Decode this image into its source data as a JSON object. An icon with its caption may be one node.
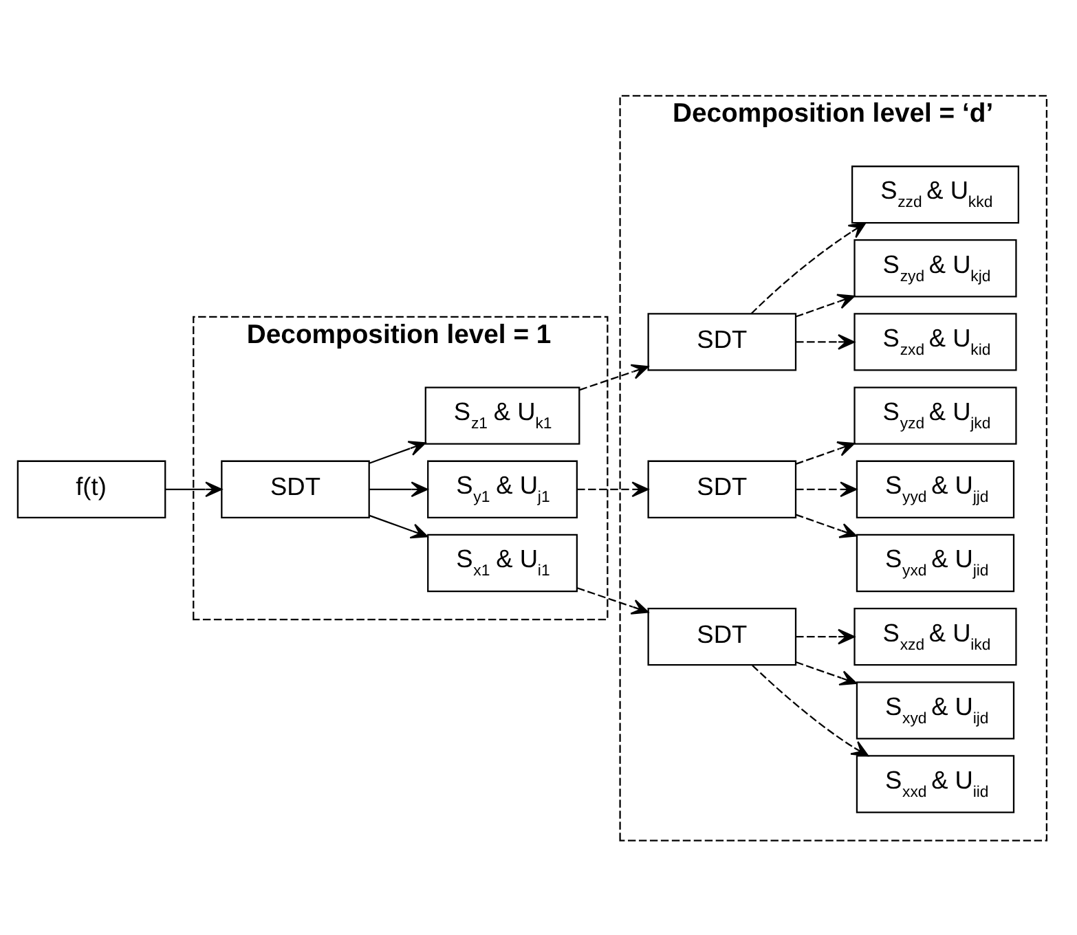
{
  "diagram": {
    "nodes": [
      {
        "text": [
          "Decomposition level = 1"
        ]
      },
      {
        "text": [
          "Decomposition level = ‘d’"
        ]
      },
      {
        "text": [
          "f(t)"
        ]
      },
      {
        "text": [
          "SDT"
        ],
        "in": 0
      },
      {
        "text": [
          "S$_{x1}$ & U$_{i1}$"
        ],
        "in": 0
      },
      {
        "text": [
          "S$_{y1}$ & U$_{j1}$"
        ],
        "in": 0
      },
      {
        "text": [
          "S$_{z1}$ & U$_{k1}$"
        ],
        "in": 0
      },
      {
        "text": [
          "SDT"
        ],
        "in": 1
      },
      {
        "text": [
          "SDT"
        ],
        "in": 1
      },
      {
        "text": [
          "SDT"
        ],
        "in": 1
      },
      {
        "text": [
          "S$_{xxd}$ & U$_{iid}$"
        ],
        "in": 1
      },
      {
        "text": [
          "S$_{xyd}$ & U$_{ijd}$"
        ],
        "in": 1
      },
      {
        "text": [
          "S$_{xzd}$ & U$_{ikd}$"
        ],
        "in": 1
      },
      {
        "text": [
          "S$_{yxd}$ & U$_{jid}$"
        ],
        "in": 1
      },
      {
        "text": [
          "S$_{yyd}$ & U$_{jjd}$"
        ],
        "in": 1
      },
      {
        "text": [
          "S$_{yzd}$ & U$_{jkd}$"
        ],
        "in": 1
      },
      {
        "text": [
          "S$_{zxd}$ & U$_{kid}$"
        ],
        "in": 1
      },
      {
        "text": [
          "S$_{zyd}$ & U$_{kjd}$"
        ],
        "in": 1
      },
      {
        "text": [
          "S$_{zzd}$ & U$_{kkd}$"
        ],
        "in": 1
      }
    ],
    "edges": [
      {
        "from": 2,
        "to": 3,
        "arrow": "to"
      },
      {
        "from": 3,
        "to": 4,
        "arrow": "to"
      },
      {
        "from": 3,
        "to": 5,
        "arrow": "to"
      },
      {
        "from": 3,
        "to": 6,
        "arrow": "to"
      },
      {
        "from": 4,
        "to": 7,
        "arrow": "to",
        "style": "dashed"
      },
      {
        "from": 5,
        "to": 8,
        "arrow": "to",
        "style": "dashed"
      },
      {
        "from": 6,
        "to": 9,
        "arrow": "to",
        "style": "dashed"
      },
      {
        "from": 7,
        "to": 10,
        "arrow": "to",
        "style": "dashed"
      },
      {
        "from": 7,
        "to": 11,
        "arrow": "to",
        "style": "dashed"
      },
      {
        "from": 7,
        "to": 12,
        "arrow": "to",
        "style": "dashed"
      },
      {
        "from": 8,
        "to": 13,
        "arrow": "to",
        "style": "dashed"
      },
      {
        "from": 8,
        "to": 14,
        "arrow": "to",
        "style": "dashed"
      },
      {
        "from": 8,
        "to": 15,
        "arrow": "to",
        "style": "dashed"
      },
      {
        "from": 9,
        "to": 16,
        "arrow": "to",
        "style": "dashed"
      },
      {
        "from": 9,
        "to": 17,
        "arrow": "to",
        "style": "dashed"
      },
      {
        "from": 9,
        "to": 18,
        "arrow": "to",
        "style": "dashed"
      }
    ]
  }
}
